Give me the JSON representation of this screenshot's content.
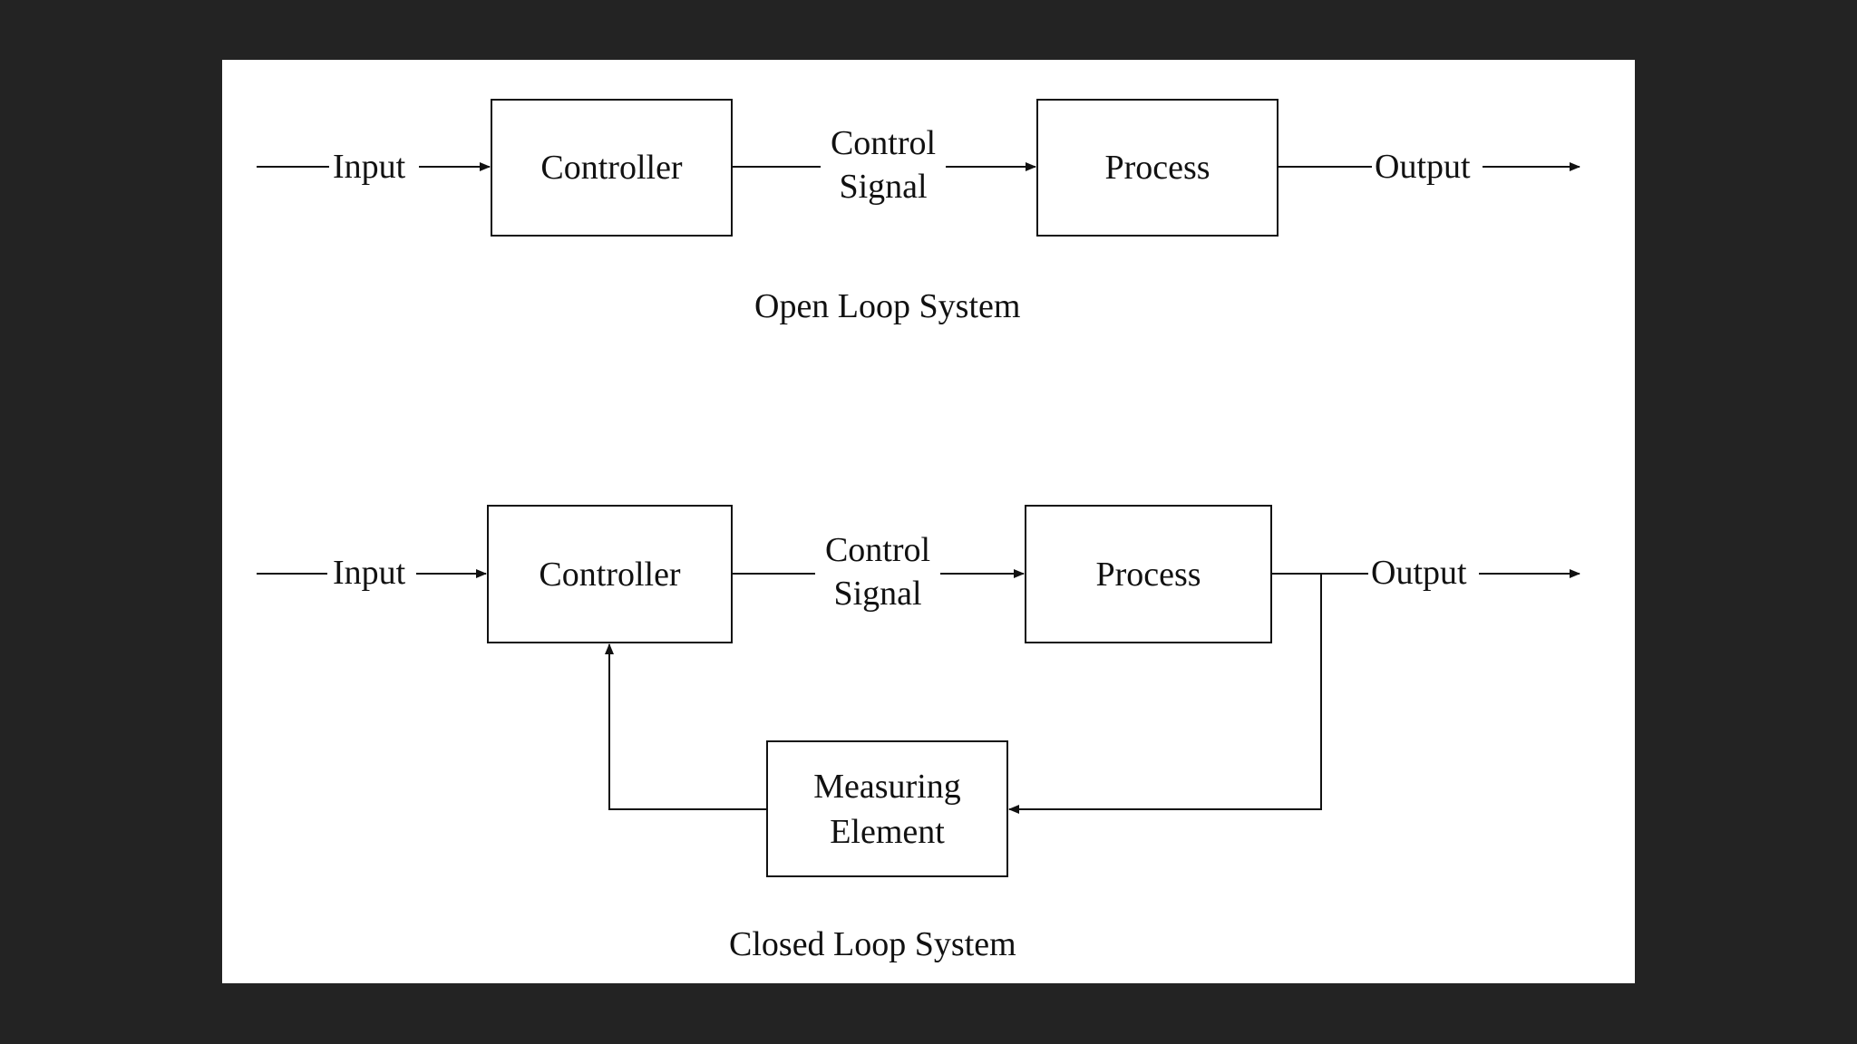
{
  "open_loop": {
    "input_label": "Input",
    "controller_label": "Controller",
    "control_signal_line1": "Control",
    "control_signal_line2": "Signal",
    "process_label": "Process",
    "output_label": "Output",
    "caption": "Open Loop System"
  },
  "closed_loop": {
    "input_label": "Input",
    "controller_label": "Controller",
    "control_signal_line1": "Control",
    "control_signal_line2": "Signal",
    "process_label": "Process",
    "output_label": "Output",
    "measuring_line1": "Measuring",
    "measuring_line2": "Element",
    "caption": "Closed Loop System"
  },
  "colors": {
    "background": "#232323",
    "canvas": "#ffffff",
    "ink": "#111111"
  }
}
